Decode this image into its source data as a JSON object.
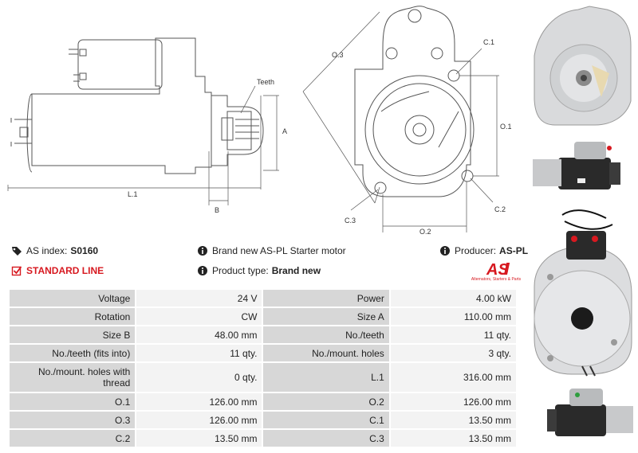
{
  "drawing": {
    "labels": {
      "teeth": "Teeth",
      "a": "A",
      "b": "B",
      "l1": "L.1",
      "o1": "O.1",
      "o2": "O.2",
      "o3": "O.3",
      "c1": "C.1",
      "c2": "C.2",
      "c3": "C.3"
    }
  },
  "info": {
    "as_index_label": "AS index:",
    "as_index_value": "S0160",
    "standard_line": "STANDARD LINE",
    "brand_text": "Brand new AS-PL Starter motor",
    "product_type_label": "Product type:",
    "product_type_value": "Brand new",
    "producer_label": "Producer:",
    "producer_value": "AS-PL"
  },
  "logo": {
    "mark": "AS",
    "tagline": "Alternators, Starters & Parts"
  },
  "specs": [
    {
      "l1": "Voltage",
      "v1": "24 V",
      "l2": "Power",
      "v2": "4.00 kW"
    },
    {
      "l1": "Rotation",
      "v1": "CW",
      "l2": "Size A",
      "v2": "110.00 mm"
    },
    {
      "l1": "Size B",
      "v1": "48.00 mm",
      "l2": "No./teeth",
      "v2": "11 qty."
    },
    {
      "l1": "No./teeth (fits into)",
      "v1": "11 qty.",
      "l2": "No./mount. holes",
      "v2": "3 qty."
    },
    {
      "l1": "No./mount. holes with thread",
      "v1": "0 qty.",
      "l2": "L.1",
      "v2": "316.00 mm"
    },
    {
      "l1": "O.1",
      "v1": "126.00 mm",
      "l2": "O.2",
      "v2": "126.00 mm"
    },
    {
      "l1": "O.3",
      "v1": "126.00 mm",
      "l2": "C.1",
      "v2": "13.50 mm"
    },
    {
      "l1": "C.2",
      "v1": "13.50 mm",
      "l2": "C.3",
      "v2": "13.50 mm"
    }
  ],
  "colors": {
    "accent": "#d71920",
    "label_cell": "#d7d7d7",
    "value_cell": "#f3f3f3"
  }
}
